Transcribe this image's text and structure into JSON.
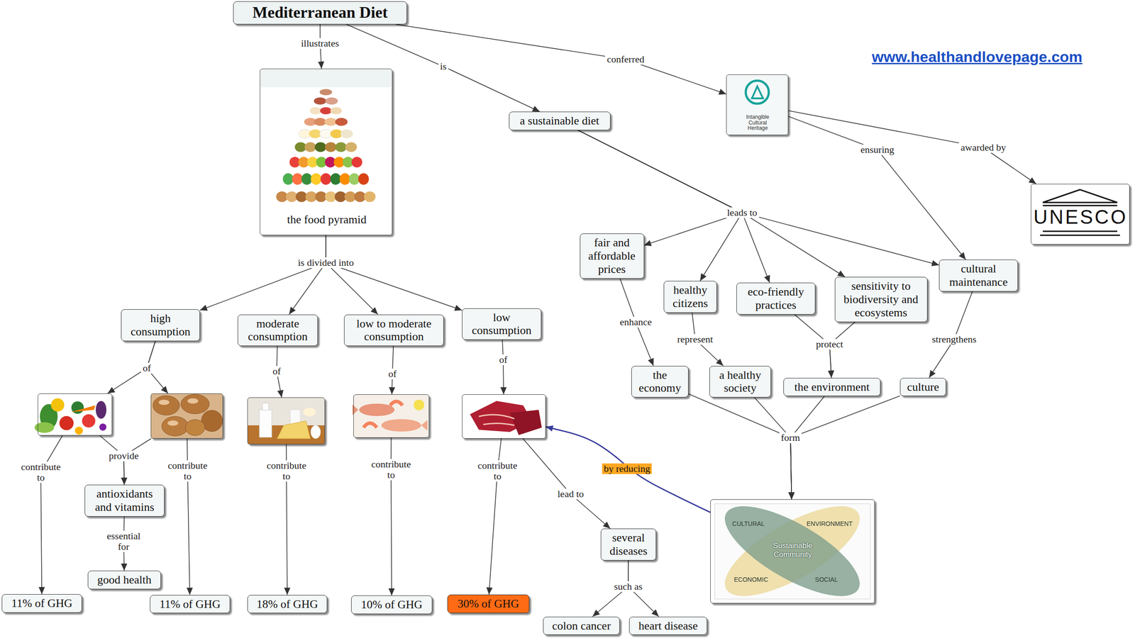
{
  "diagram": {
    "nodes": [
      {
        "text": [
          "Mediterranean Diet"
        ]
      },
      {
        "text": [
          "the food pyramid"
        ]
      },
      {
        "text": [
          "a sustainable diet"
        ]
      },
      {
        "text": [
          "Intangible Cultural Heritage"
        ]
      },
      {
        "text": [
          "UNESCO"
        ]
      },
      {
        "text": [
          "fair and affordable prices"
        ]
      },
      {
        "text": [
          "healthy citizens"
        ]
      },
      {
        "text": [
          "eco-friendly practices"
        ]
      },
      {
        "text": [
          "sensitivity to biodiversity and ecosystems"
        ]
      },
      {
        "text": [
          "cultural maintenance"
        ]
      },
      {
        "text": [
          "high consumption"
        ]
      },
      {
        "text": [
          "moderate consumption"
        ]
      },
      {
        "text": [
          "low to moderate consumption"
        ]
      },
      {
        "text": [
          "low consumption"
        ]
      },
      {
        "text": [
          "the economy"
        ]
      },
      {
        "text": [
          "a healthy society"
        ]
      },
      {
        "text": [
          "the environment"
        ]
      },
      {
        "text": [
          "culture"
        ]
      },
      {
        "text": []
      },
      {
        "text": []
      },
      {
        "text": []
      },
      {
        "text": []
      },
      {
        "text": []
      },
      {
        "text": [
          "antioxidants and vitamins"
        ]
      },
      {
        "text": [
          "CULTURAL",
          "ENVIRONMENT",
          "Sustainable Community",
          "ECONOMIC",
          "SOCIAL"
        ]
      },
      {
        "text": [
          "several diseases"
        ]
      },
      {
        "text": [
          "good health"
        ]
      },
      {
        "text": [
          "11% of GHG"
        ]
      },
      {
        "text": [
          "11% of GHG"
        ]
      },
      {
        "text": [
          "18% of GHG"
        ]
      },
      {
        "text": [
          "10% of GHG"
        ]
      },
      {
        "text": [
          "30% of GHG"
        ]
      },
      {
        "text": [
          "colon cancer"
        ]
      },
      {
        "text": [
          "heart disease"
        ]
      }
    ],
    "edges": [
      {
        "from": 0,
        "to": 1,
        "label": "illustrates",
        "arrow": "to"
      },
      {
        "from": 0,
        "to": 2,
        "label": "is",
        "arrow": "to"
      },
      {
        "from": 0,
        "to": 3,
        "label": "conferred",
        "arrow": "to"
      },
      {
        "from": 3,
        "to": 9,
        "label": "ensuring",
        "arrow": "to"
      },
      {
        "from": 3,
        "to": 4,
        "label": "awarded by",
        "arrow": "to"
      },
      {
        "from": 1,
        "to": 10,
        "label": "is divided into",
        "arrow": "to"
      },
      {
        "from": 1,
        "to": 11,
        "arrow": "to"
      },
      {
        "from": 1,
        "to": 12,
        "arrow": "to"
      },
      {
        "from": 1,
        "to": 13,
        "arrow": "to"
      },
      {
        "from": 2,
        "to": 5,
        "label": "leads to",
        "arrow": "to"
      },
      {
        "from": 2,
        "to": 6,
        "arrow": "to"
      },
      {
        "from": 2,
        "to": 7,
        "arrow": "to"
      },
      {
        "from": 2,
        "to": 8,
        "arrow": "to"
      },
      {
        "from": 2,
        "to": 9,
        "arrow": "to"
      },
      {
        "from": 10,
        "to": 18,
        "label": "of",
        "arrow": "to"
      },
      {
        "from": 10,
        "to": 19,
        "arrow": "to"
      },
      {
        "from": 11,
        "to": 20,
        "label": "of",
        "arrow": "to"
      },
      {
        "from": 12,
        "to": 21,
        "label": "of",
        "arrow": "to"
      },
      {
        "from": 13,
        "to": 22,
        "label": "of",
        "arrow": "to"
      },
      {
        "from": 5,
        "to": 14,
        "label": "enhance",
        "arrow": "to"
      },
      {
        "from": 6,
        "to": 15,
        "label": "represent",
        "arrow": "to"
      },
      {
        "from": 7,
        "to": 16,
        "label": "protect",
        "arrow": "to"
      },
      {
        "from": 8,
        "to": 16,
        "arrow": "to"
      },
      {
        "from": 9,
        "to": 17,
        "label": "strengthens",
        "arrow": "to"
      },
      {
        "from": 14,
        "to": 24,
        "label": "form",
        "arrow": "to"
      },
      {
        "from": 15,
        "to": 24,
        "arrow": "to"
      },
      {
        "from": 16,
        "to": 24,
        "arrow": "to"
      },
      {
        "from": 17,
        "to": 24,
        "arrow": "to"
      },
      {
        "from": 18,
        "to": 23,
        "label": "provide",
        "arrow": "to"
      },
      {
        "from": 19,
        "to": 23,
        "arrow": "to"
      },
      {
        "from": 23,
        "to": 26,
        "label": "essential for",
        "arrow": "to"
      },
      {
        "from": 18,
        "to": 27,
        "label": "contribute to",
        "arrow": "to"
      },
      {
        "from": 19,
        "to": 28,
        "label": "contribute to",
        "arrow": "to"
      },
      {
        "from": 20,
        "to": 29,
        "label": "contribute to",
        "arrow": "to"
      },
      {
        "from": 21,
        "to": 30,
        "label": "contribute to",
        "arrow": "to"
      },
      {
        "from": 22,
        "to": 31,
        "label": "contribute to",
        "arrow": "to"
      },
      {
        "from": 22,
        "to": 25,
        "label": "lead to",
        "arrow": "to"
      },
      {
        "from": 24,
        "to": 22,
        "label": "by reducing",
        "arrow": "to"
      },
      {
        "from": 25,
        "to": 32,
        "label": "such as",
        "arrow": "to"
      },
      {
        "from": 25,
        "to": 33,
        "arrow": "to"
      }
    ],
    "labels": [
      "www.healthandlovepage.com"
    ]
  }
}
